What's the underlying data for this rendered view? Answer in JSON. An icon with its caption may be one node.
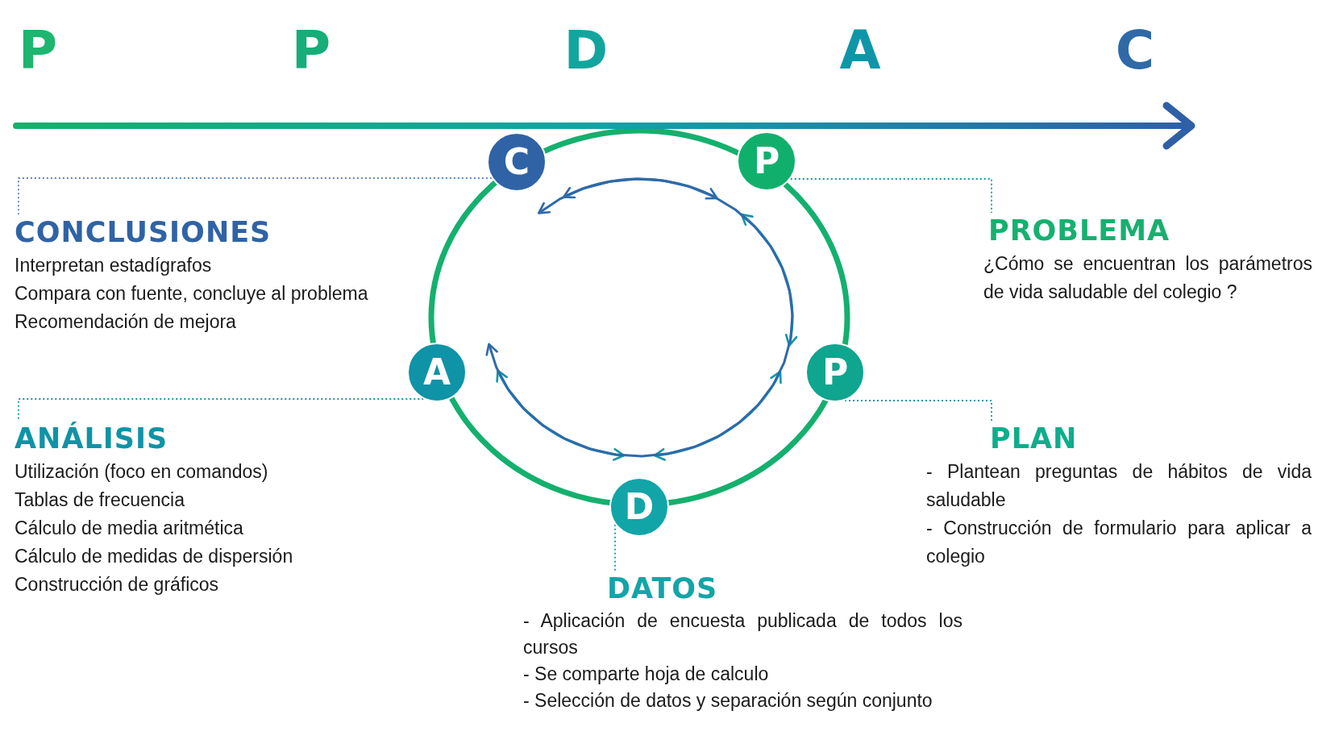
{
  "diagram": {
    "nodes": [
      {
        "text": [
          "C"
        ]
      },
      {
        "text": [
          "P"
        ]
      },
      {
        "text": [
          "CONCLUSIONES",
          "Interpretan estadígrafos",
          "Compara con fuente, concluye al problema",
          "Recomendación de mejora"
        ]
      },
      {
        "text": [
          "PROBLEMA",
          "¿Cómo se encuentran los parámetros de vida saludable del colegio ?"
        ]
      },
      {
        "text": [
          "A"
        ]
      },
      {
        "text": [
          "P"
        ]
      },
      {
        "text": [
          "ANÁLISIS",
          "Utilización (foco en comandos)",
          "Tablas de frecuencia",
          "Cálculo de media aritmética",
          "Cálculo de medidas de dispersión",
          "Construcción de gráficos"
        ]
      },
      {
        "text": [
          "PLAN",
          "- Plantean preguntas de hábitos de vida saludable",
          "- Construcción de formulario para aplicar a colegio"
        ]
      },
      {
        "text": [
          "D"
        ]
      },
      {
        "text": [
          "DATOS",
          "- Aplicación de encuesta publicada de todos los cursos",
          "- Se comparte hoja de calculo",
          "- Selección de datos y separación según conjunto"
        ]
      }
    ],
    "edges": [
      {
        "from": 0,
        "to": 1,
        "arrow": "both",
        "color": "#2f6aa8"
      },
      {
        "from": 1,
        "to": 5,
        "arrow": "both"
      },
      {
        "from": 5,
        "to": 8,
        "arrow": "both"
      },
      {
        "from": 8,
        "to": 4,
        "arrow": "both"
      },
      {
        "from": 4,
        "to": 0,
        "arrow": "both",
        "color": "#2f6aa8"
      },
      {
        "from": 0,
        "to": 2,
        "arrow": "none",
        "style": "dashed",
        "color": "#5a86c5"
      },
      {
        "from": 1,
        "to": 3,
        "arrow": "none",
        "style": "dashed"
      },
      {
        "from": 4,
        "to": 6,
        "arrow": "none",
        "style": "dashed"
      },
      {
        "from": 5,
        "to": 7,
        "arrow": "none",
        "style": "dashed"
      },
      {
        "from": 8,
        "to": 9,
        "arrow": "none",
        "style": "dashed"
      }
    ],
    "labels": [
      "P",
      "P",
      "D",
      "A",
      "C"
    ]
  }
}
